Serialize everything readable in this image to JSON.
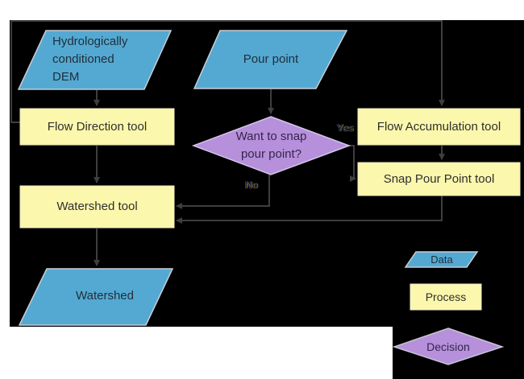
{
  "flowchart": {
    "nodes": {
      "dem": "Hydrologically\nconditioned\nDEM",
      "pour_point": "Pour point",
      "flow_direction": "Flow Direction tool",
      "flow_accumulation": "Flow Accumulation tool",
      "decision": "Want to snap\npour point?",
      "snap_pour_point": "Snap Pour Point tool",
      "watershed_tool": "Watershed tool",
      "watershed": "Watershed"
    },
    "edge_labels": {
      "yes": "Yes",
      "no": "No"
    },
    "edges": [
      {
        "from": "dem",
        "to": "flow_direction",
        "label": ""
      },
      {
        "from": "flow_direction",
        "to": "flow_accumulation",
        "label": ""
      },
      {
        "from": "flow_direction",
        "to": "watershed_tool",
        "label": ""
      },
      {
        "from": "pour_point",
        "to": "decision",
        "label": ""
      },
      {
        "from": "decision",
        "to": "snap_pour_point",
        "label": "Yes"
      },
      {
        "from": "decision",
        "to": "watershed_tool",
        "label": "No"
      },
      {
        "from": "flow_accumulation",
        "to": "snap_pour_point",
        "label": ""
      },
      {
        "from": "snap_pour_point",
        "to": "watershed_tool",
        "label": ""
      },
      {
        "from": "watershed_tool",
        "to": "watershed",
        "label": ""
      }
    ],
    "legend": {
      "data": "Data",
      "process": "Process",
      "decision": "Decision"
    },
    "colors": {
      "data_fill": "#54A9D2",
      "process_fill": "#FBF7AC",
      "decision_fill": "#B690DB",
      "connector": "#3E3E3E",
      "canvas_background": "#000000",
      "page_background": "#FFFFFF"
    }
  }
}
